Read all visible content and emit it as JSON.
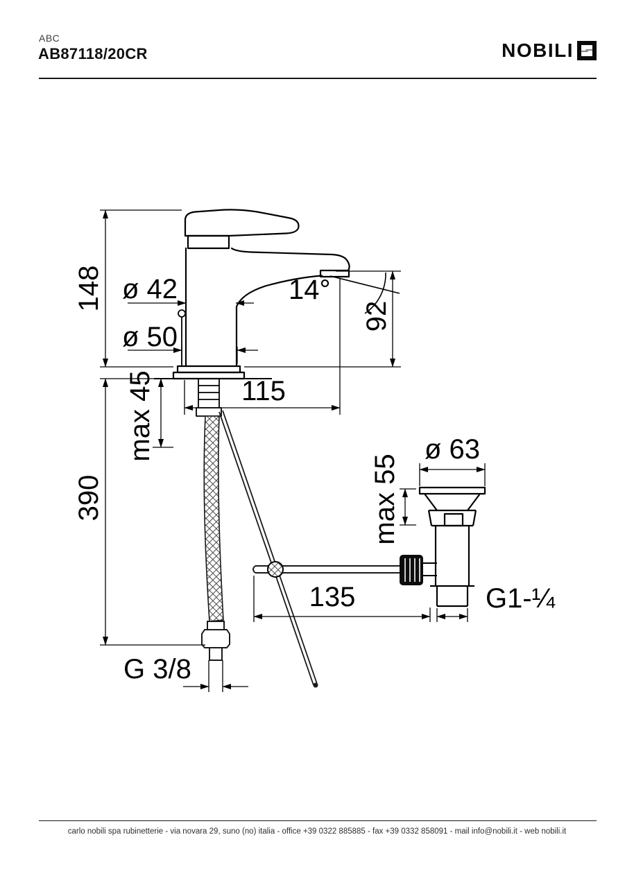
{
  "header": {
    "series": "ABC",
    "model": "AB87118/20CR",
    "brand": "NOBILI"
  },
  "icons": {
    "brand_mark": "nobili-square-monogram"
  },
  "drawing": {
    "type": "technical-dimension-drawing",
    "subject": "single-lever basin mixer with pop-up waste",
    "dims": {
      "height": "148",
      "spout_dia": "ø 42",
      "base_dia": "ø 50",
      "angle": "14°",
      "outlet_height": "92",
      "reach": "115",
      "max_deck": "max 45",
      "hose_length": "390",
      "waste_dia": "ø 63",
      "waste_max": "max 55",
      "rod_reach": "135",
      "waste_thread": "G1-¼",
      "supply_thread": "G 3/8"
    }
  },
  "footer": {
    "text": "carlo nobili spa rubinetterie - via novara 29, suno (no) italia - office +39 0322 885885 - fax +39 0332 858091 - mail info@nobili.it - web nobili.it"
  }
}
